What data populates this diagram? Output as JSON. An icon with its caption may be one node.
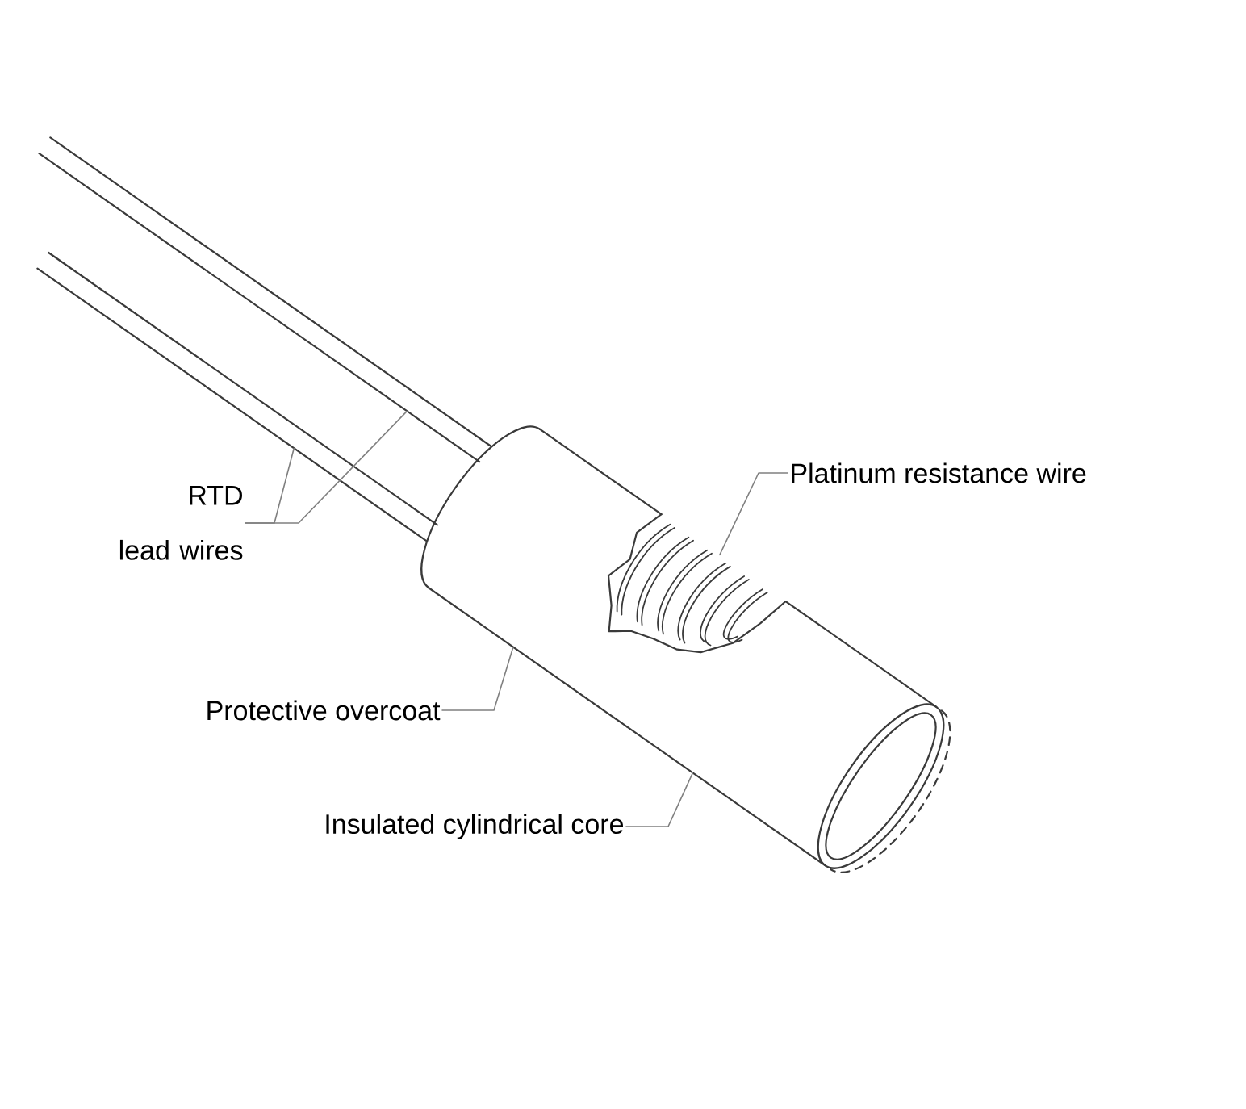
{
  "diagram": {
    "nodes": [
      {
        "text": [
          "RTD lead wires"
        ]
      },
      {
        "text": [
          "Platinum resistance wire"
        ]
      },
      {
        "text": [
          "Protective overcoat"
        ]
      },
      {
        "text": [
          "Insulated cylindrical core"
        ]
      },
      {
        "text": [],
        "shape": "wire"
      },
      {
        "text": [],
        "shape": "wire"
      },
      {
        "text": [],
        "shape": "cylinder"
      },
      {
        "text": [],
        "shape": "coil"
      },
      {
        "text": [],
        "shape": "tube"
      }
    ],
    "edges": [
      {
        "from": 0,
        "to": 4,
        "arrow": "none"
      },
      {
        "from": 0,
        "to": 5,
        "arrow": "none"
      },
      {
        "from": 1,
        "to": 7,
        "arrow": "none"
      },
      {
        "from": 2,
        "to": 6,
        "arrow": "none"
      },
      {
        "from": 3,
        "to": 8,
        "arrow": "none"
      }
    ]
  }
}
